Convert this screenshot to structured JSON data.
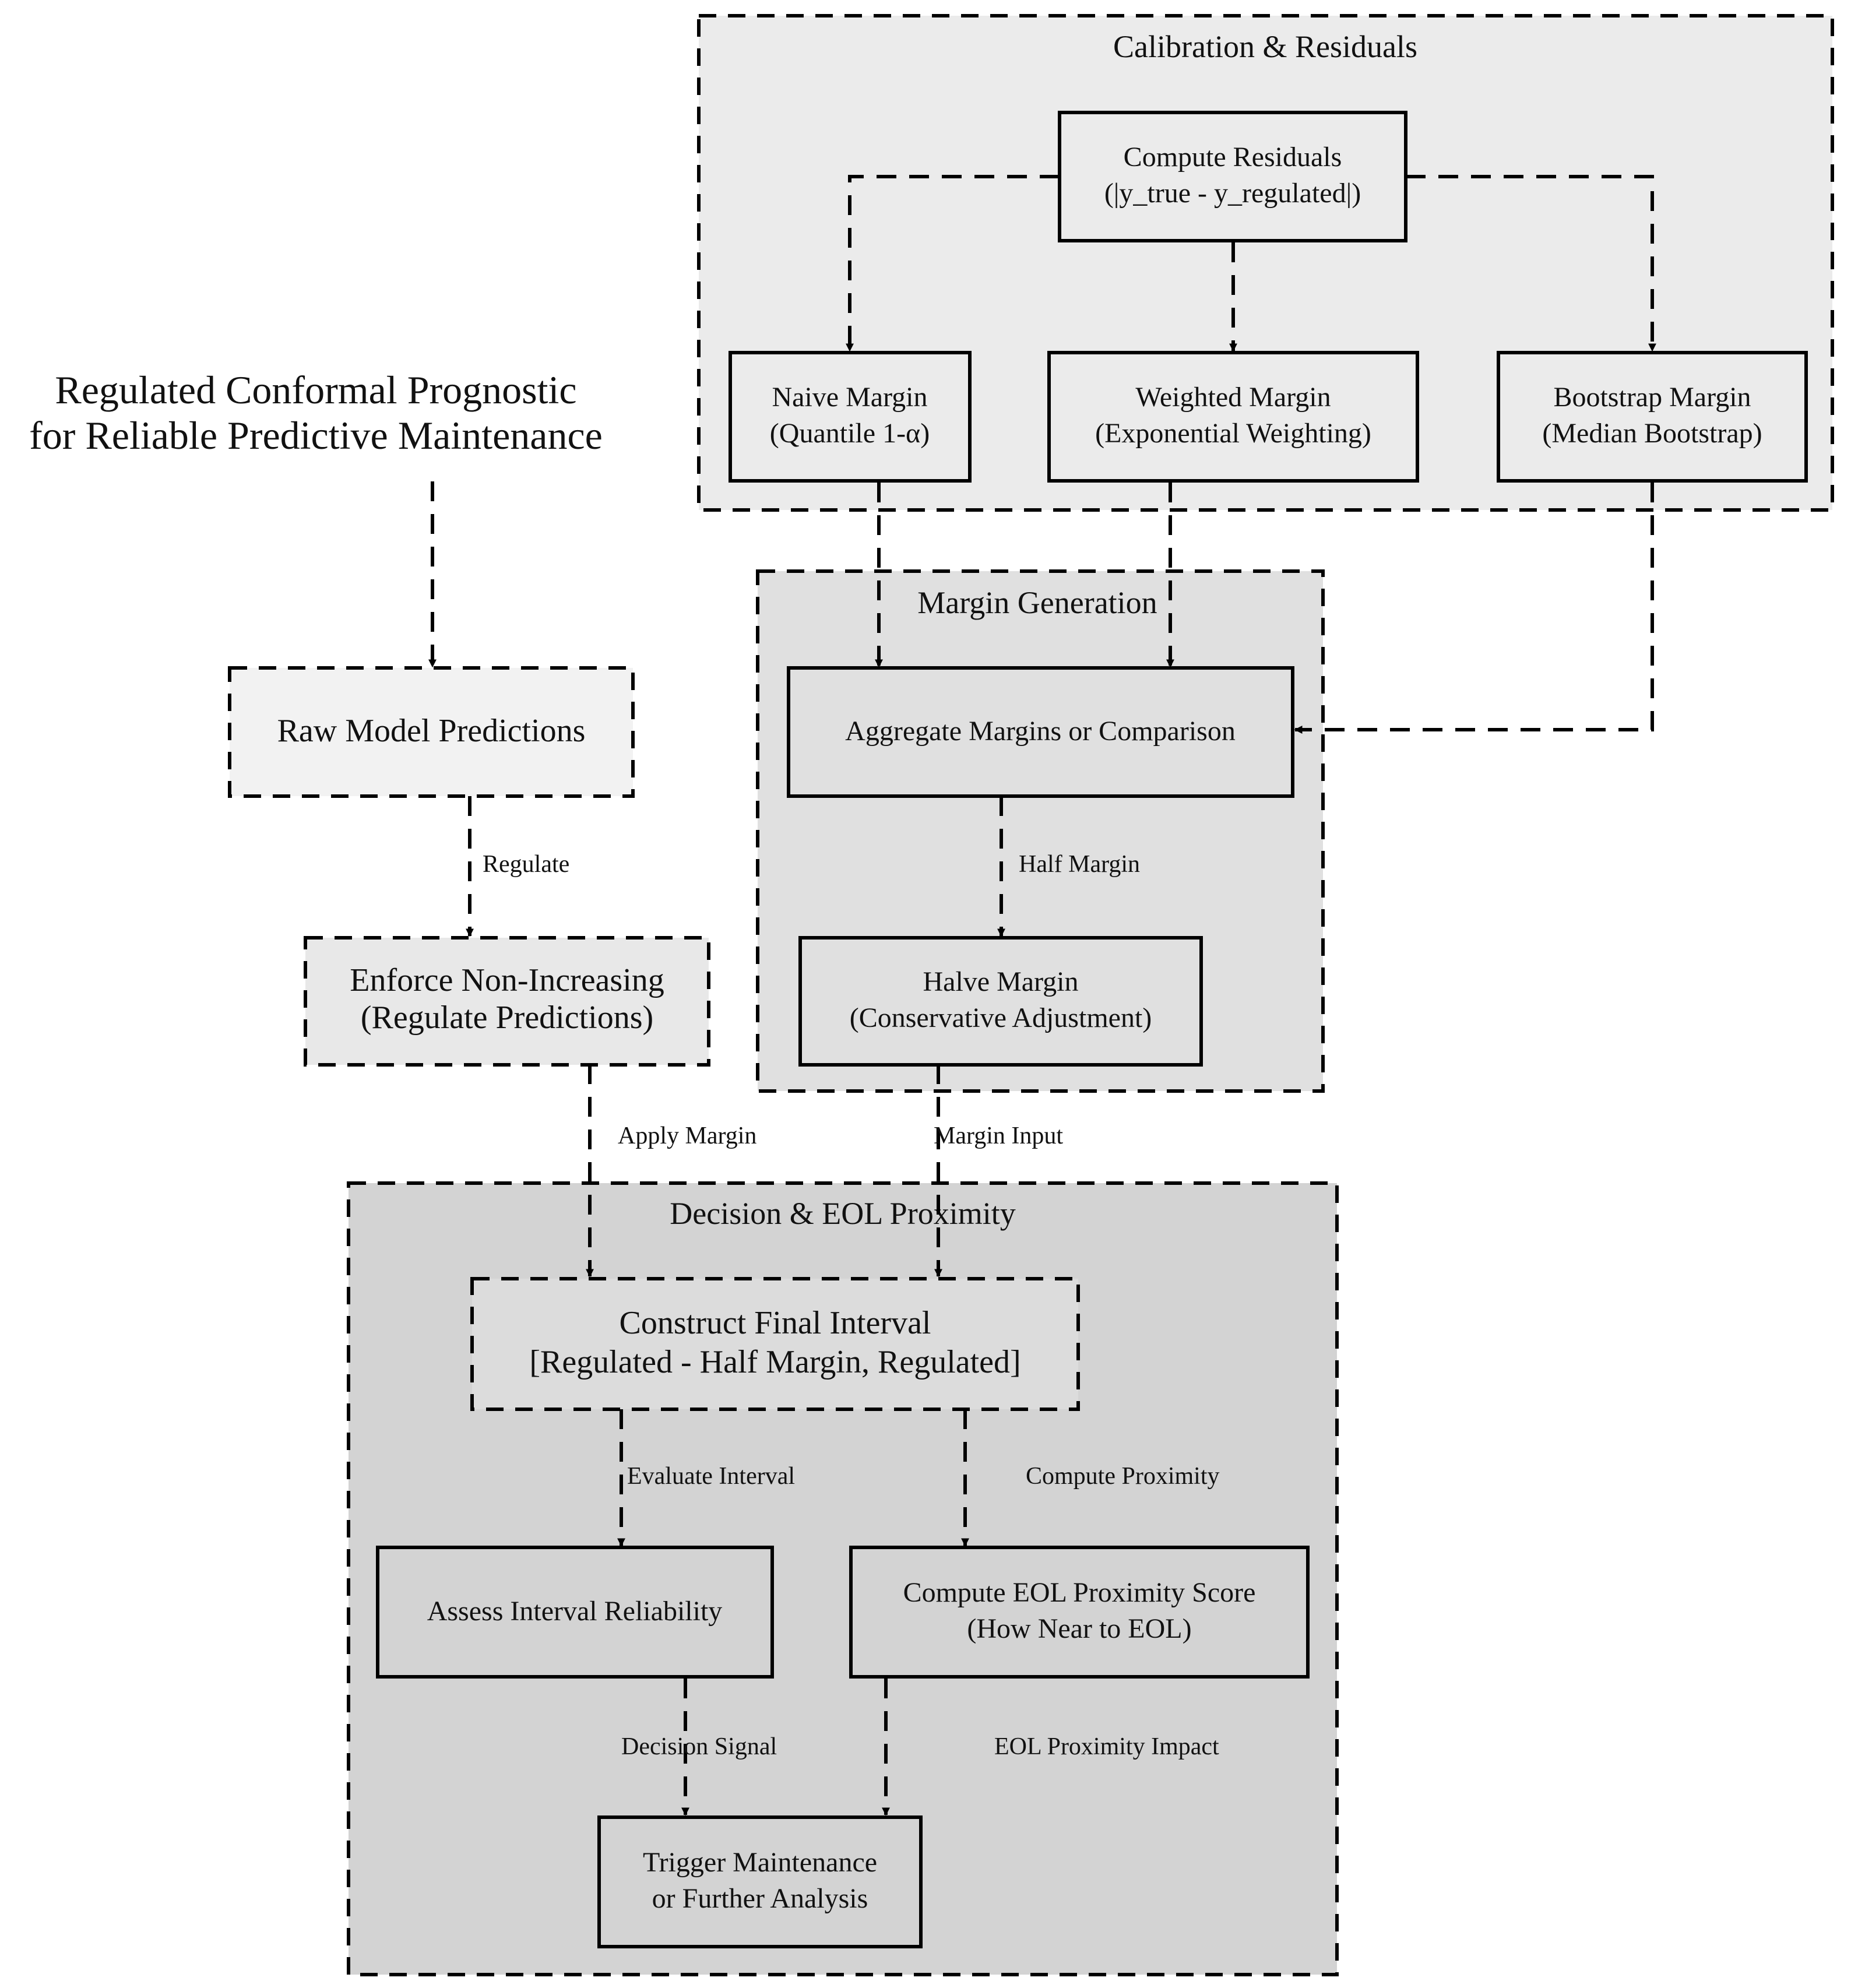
{
  "title": {
    "line1": "Regulated Conformal Prognostic",
    "line2": "for Reliable Predictive Maintenance"
  },
  "colors": {
    "cluster_calibration": "#ebebeb",
    "cluster_margin": "#e0e0e0",
    "cluster_decision": "#d3d3d3",
    "node_raw": "#f2f2f2",
    "node_enforce": "#e8e8e8",
    "stroke": "#000000"
  },
  "clusters": {
    "calibration": {
      "label": "Calibration & Residuals"
    },
    "margin": {
      "label": "Margin Generation"
    },
    "decision": {
      "label": "Decision & EOL Proximity"
    }
  },
  "nodes": {
    "compute_residuals": {
      "line1": "Compute Residuals",
      "line2": "(|y_true - y_regulated|)"
    },
    "naive_margin": {
      "line1": "Naive Margin",
      "line2": "(Quantile 1-α)"
    },
    "weighted_margin": {
      "line1": "Weighted Margin",
      "line2": "(Exponential Weighting)"
    },
    "bootstrap_margin": {
      "line1": "Bootstrap Margin",
      "line2": "(Median Bootstrap)"
    },
    "raw_predictions": {
      "line1": "Raw Model Predictions"
    },
    "aggregate_margins": {
      "line1": "Aggregate Margins or Comparison"
    },
    "enforce_non_increasing": {
      "line1": "Enforce Non-Increasing",
      "line2": "(Regulate Predictions)"
    },
    "halve_margin": {
      "line1": "Halve Margin",
      "line2": "(Conservative Adjustment)"
    },
    "construct_interval": {
      "line1": "Construct Final Interval",
      "line2": "[Regulated - Half Margin, Regulated]"
    },
    "assess_reliability": {
      "line1": "Assess Interval Reliability"
    },
    "eol_proximity": {
      "line1": "Compute EOL Proximity Score",
      "line2": "(How Near to EOL)"
    },
    "trigger_maintenance": {
      "line1": "Trigger Maintenance",
      "line2": "or Further Analysis"
    }
  },
  "edges": {
    "regulate": "Regulate",
    "half_margin": "Half Margin",
    "apply_margin": "Apply Margin",
    "margin_input": "Margin Input",
    "evaluate_interval": "Evaluate Interval",
    "compute_proximity": "Compute Proximity",
    "decision_signal": "Decision Signal",
    "eol_proximity_impact": "EOL Proximity Impact"
  }
}
